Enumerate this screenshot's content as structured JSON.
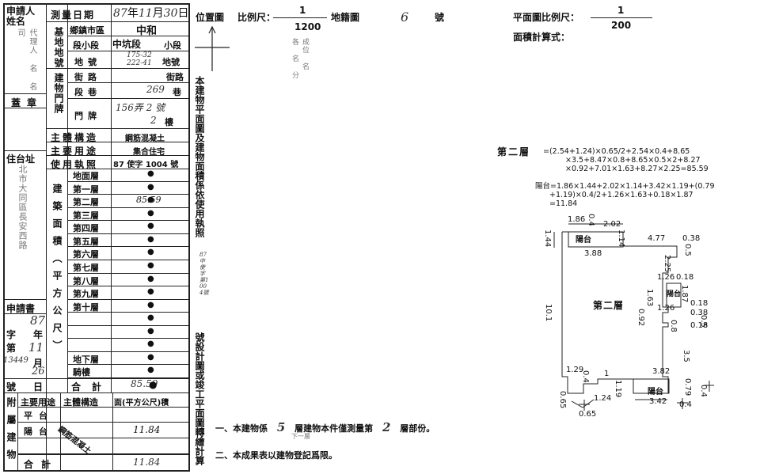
{
  "form": {
    "applicant_label": "申請人姓名",
    "applicant_value": "代理人 名 名 司",
    "seal_label": "蓋章",
    "address_label": "住台址",
    "address_value": "北市大同區長安西路",
    "application_label": "申請書",
    "app_no": "87",
    "app_year_label": "字",
    "app_year_unit": "年",
    "app_no_label": "第",
    "app_month": "11",
    "app_month_unit": "月",
    "app_serial": "13449",
    "app_day": "26",
    "app_day_unit": "日",
    "app_hao_label": "號"
  },
  "survey": {
    "date_label": "測量日期",
    "date_year": "87",
    "date_year_unit": "年",
    "date_month": "11",
    "date_month_unit": "月",
    "date_day": "30",
    "date_day_unit": "日",
    "base_label": "基地地號",
    "district_label": "鄉鎮市區",
    "district_value": "中和",
    "section_label": "段小段",
    "section_value": "中坑段",
    "subsection_value": "小段",
    "lot_label": "地號",
    "lot_value": "175-32 222-41",
    "lot_unit": "地號",
    "door_label": "建物門牌",
    "street_label": "街路",
    "street_unit": "街路",
    "lane_label": "段巷",
    "lane_value": "269",
    "lane_unit": "巷",
    "number_label": "門牌",
    "number_value": "156弄 2 號",
    "floor_value": "2",
    "floor_unit": "樓",
    "structure_label": "主體構造",
    "structure_value": "鋼筋混凝土",
    "use_label": "主要用途",
    "use_value": "集合住宅",
    "license_label": "使用執照",
    "license_value": "87 使字 1004 號"
  },
  "floors": {
    "area_label": "建築面積（平方公尺）",
    "rows": [
      {
        "name": "地面層",
        "value": "",
        "mark": "●"
      },
      {
        "name": "第一層",
        "value": "",
        "mark": "●"
      },
      {
        "name": "第二層",
        "value": "85.59",
        "mark": "●"
      },
      {
        "name": "第三層",
        "value": "",
        "mark": "●"
      },
      {
        "name": "第四層",
        "value": "",
        "mark": "●"
      },
      {
        "name": "第五層",
        "value": "",
        "mark": "●"
      },
      {
        "name": "第六層",
        "value": "",
        "mark": "●"
      },
      {
        "name": "第七層",
        "value": "",
        "mark": "●"
      },
      {
        "name": "第八層",
        "value": "",
        "mark": "●"
      },
      {
        "name": "第九層",
        "value": "",
        "mark": "●"
      },
      {
        "name": "第十層",
        "value": "",
        "mark": "●"
      },
      {
        "name": "",
        "value": "",
        "mark": "●"
      },
      {
        "name": "",
        "value": "",
        "mark": "●"
      },
      {
        "name": "",
        "value": "",
        "mark": "●"
      },
      {
        "name": "地下層",
        "value": "",
        "mark": "●"
      },
      {
        "name": "騎樓",
        "value": "",
        "mark": "●"
      }
    ],
    "total_label": "合計",
    "total_value": "85.59"
  },
  "attached": {
    "label": "附屬建物",
    "use_header": "主要用途",
    "structure_header": "主體構造",
    "area_header": "面(平方公尺)積",
    "rows": [
      {
        "name": "平台",
        "value": ""
      },
      {
        "name": "陽台",
        "value": "11.84"
      },
      {
        "name": "",
        "value": ""
      }
    ],
    "structure_value": "鋼筋混凝土",
    "total_label": "合計",
    "total_value": "11.84"
  },
  "middle": {
    "location_label": "位置圖",
    "scale_label": "比例尺：",
    "scale_num": "1",
    "scale_den": "1200",
    "cadastral_label": "地籍圖",
    "cadastral_no": "6",
    "cadastral_unit": "號",
    "location_note": "成位 名 各 名 分",
    "vertical_note": "本建物平面圖及建物面積係依使用執照",
    "license_small": "87中使字第1004號",
    "vertical_note2": "號設計圖或竣工平面圖轉繪計算"
  },
  "right": {
    "plan_scale_label": "平面圖比例尺：",
    "plan_scale_num": "1",
    "plan_scale_den": "200",
    "area_calc_label": "面積計算式：",
    "floor_title": "第二層",
    "calc_line1": "=(2.54+1.24)×0.65/2+2.54×0.4+8.65",
    "calc_line2": "×3.5+8.47×0.8+8.65×0.5×2+8.27",
    "calc_line3": "×0.92+7.01×1.63+8.27×2.25=85.59",
    "balcony_line1": "陽台=1.86×1.44+2.02×1.14+3.42×1.19+(0.79",
    "balcony_line2": "+1.19)×0.4/2+1.26×1.63+0.18×1.87",
    "balcony_line3": "=11.84",
    "plan_label": "第二層",
    "balcony_label": "陽台"
  },
  "plan_dims": {
    "d186": "1.86",
    "d04a": "0.4",
    "d202": "2.02",
    "d144": "1.44",
    "d114": "1.14",
    "d477": "4.77",
    "d038a": "0.38",
    "d05a": "0.5",
    "d388": "3.88",
    "d225": "2.25",
    "d126a": "1.26",
    "d018a": "0.18",
    "d187": "1.87",
    "d163": "1.63",
    "d018b": "0.18",
    "d126b": "1.26",
    "d038b": "0.38",
    "d092": "0.92",
    "d101": "10.1",
    "d08": "0.8",
    "d018c": "0.18",
    "d05b": "0.5",
    "d35": "3.5",
    "d129": "1.29",
    "d04b": "0.4",
    "d1": "1",
    "d382": "3.82",
    "d065a": "0.65",
    "d124": "1.24",
    "d119": "1.19",
    "d079": "0.79",
    "d342": "3.42",
    "d065b": "0.65",
    "d04c": "0.4",
    "d04d": "0.4"
  },
  "notes": {
    "note1_prefix": "一、本建物係",
    "note1_floors": "5",
    "note1_mid": "層建物本件僅測量第",
    "note1_floor": "2",
    "note1_suffix": "層部份。",
    "note1_sub": "下一層",
    "note2": "二、本成果表以建物登記爲限。"
  }
}
